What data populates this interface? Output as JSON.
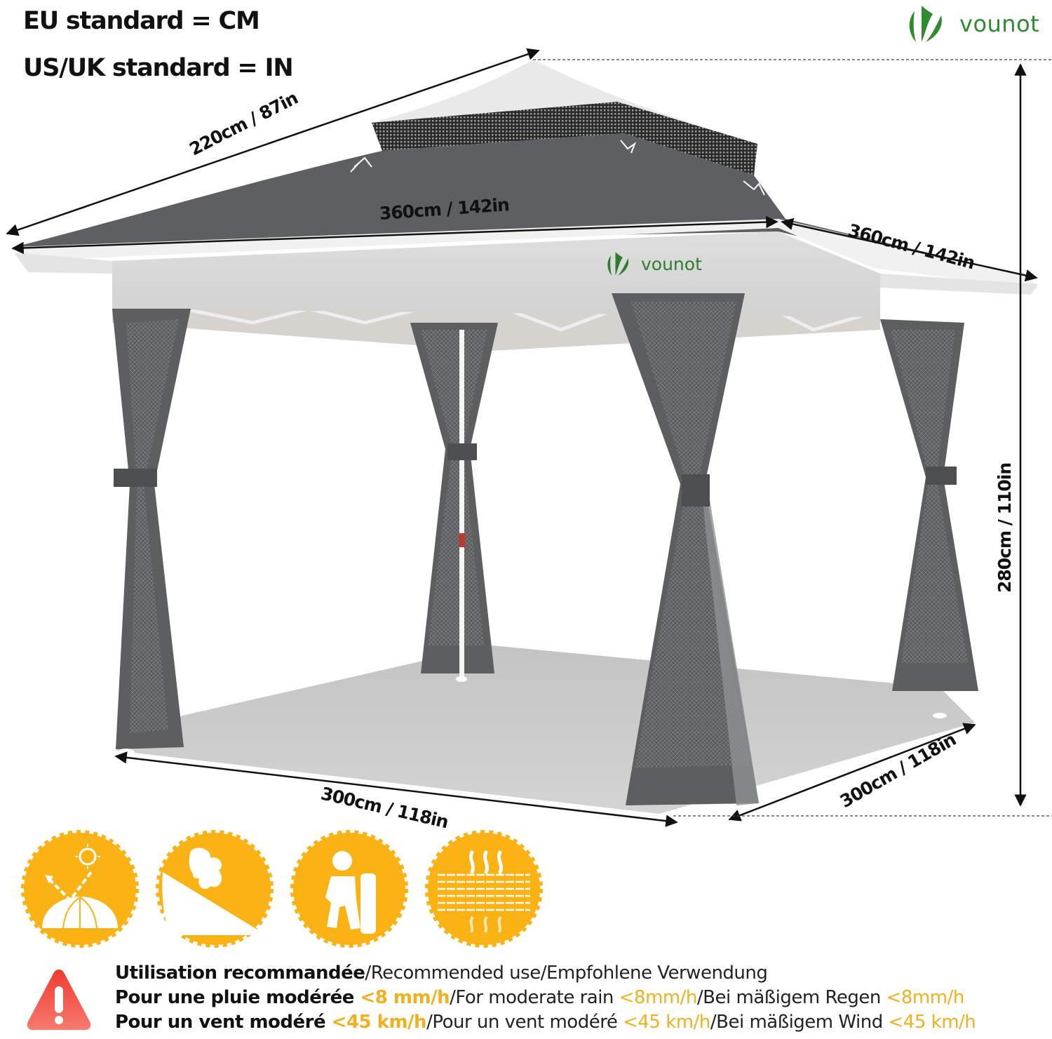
{
  "header": {
    "eu_standard": "EU standard = CM",
    "us_standard": "US/UK standard = IN"
  },
  "brand": {
    "name": "vounot",
    "color": "#2e8b2e"
  },
  "dimensions": {
    "roof_slant": "220cm / 87in",
    "roof_front_width": "360cm / 142in",
    "roof_side_width": "360cm / 142in",
    "height": "280cm / 110in",
    "base_front": "300cm / 118in",
    "base_side": "300cm / 118in"
  },
  "feature_badges": [
    {
      "icon": "uv-protection-umbrella-icon"
    },
    {
      "icon": "waterproof-droplets-icon"
    },
    {
      "icon": "easy-setup-person-icon"
    },
    {
      "icon": "breathable-fabric-icon"
    }
  ],
  "badge_color": "#fbb214",
  "notice": {
    "warning_color": "#f25a50",
    "line1": {
      "fr": "Utilisation recommandée",
      "sep1": "/",
      "en": "Recommended use",
      "sep2": "/",
      "de": "Empfohlene Verwendung"
    },
    "line2": {
      "fr": "Pour une pluie modérée ",
      "fr_value": "<8 mm/h",
      "sep1": "/",
      "en": "For moderate rain ",
      "en_value": "<8mm/h",
      "sep2": "/",
      "de": "Bei mäßigem Regen ",
      "de_value": "<8mm/h"
    },
    "line3": {
      "fr": "Pour un vent modéré ",
      "fr_value": "<45 km/h",
      "sep1": "/",
      "en": "Pour un vent modéré ",
      "en_value": "<45 km/h",
      "sep2": "/",
      "de": "Bei mäßigem Wind ",
      "de_value": "<45 km/h"
    },
    "accent_color": "#f3b01e"
  }
}
